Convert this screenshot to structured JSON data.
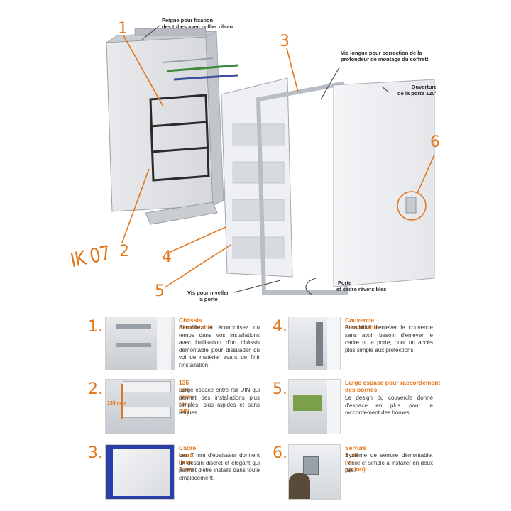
{
  "product_badge": "IK 07",
  "diagram": {
    "callouts": {
      "peigne": [
        "Peigne pour fixation",
        "des tubes avec collier rilsan"
      ],
      "vis_longue": [
        "Vis longue pour correction de la",
        "profondeur de montage du coffrett"
      ],
      "ouverture": [
        "Ouverture",
        "de la porte 120°"
      ],
      "porte_cadre": [
        "Porte",
        "et cadre réversibles"
      ],
      "vis_niveller": [
        "Vis pour niveller",
        "la porte"
      ]
    },
    "numbers": [
      "1",
      "2",
      "3",
      "4",
      "5",
      "6"
    ]
  },
  "features": [
    {
      "number": "1.",
      "title": "Châssis démontable",
      "text": "Simplifiez et économisez du temps dans vos installations avec l'utilisation d'un châssis démontable pour dissuader du vol de matériel avant de finir l'installation."
    },
    {
      "number": "2.",
      "title": "135 mm entre rail DIN",
      "text": "Large espace entre rail DIN qui permet des installations plus simples, plus rapides et sans risques.",
      "photo_label": "135 mm"
    },
    {
      "number": "3.",
      "title": "Cadre extra lisse 7 mm",
      "text": "Les 7 mm d'épaisseur donnent un dessin discret et élégant qui permet d'être installé dans toute emplacement."
    },
    {
      "number": "4.",
      "title": "Couvercle démontable",
      "text": "Possibilité d'enlever le couvercle sans avoir besoin d'enlever le cadre ni la porte, pour un accès plus simple aux protections."
    },
    {
      "number": "5.",
      "title": "Large espace pour raccordement des bornes",
      "text": "Le design du couvercle donne d'espace en plus pour le raccordement des bornes."
    },
    {
      "number": "6.",
      "title": "Serrure à clé (en option)",
      "text": "Système de serrure démontable. Facile et simple à installer en deux pas."
    }
  ],
  "colors": {
    "accent": "#e2761b",
    "text": "#333333"
  }
}
